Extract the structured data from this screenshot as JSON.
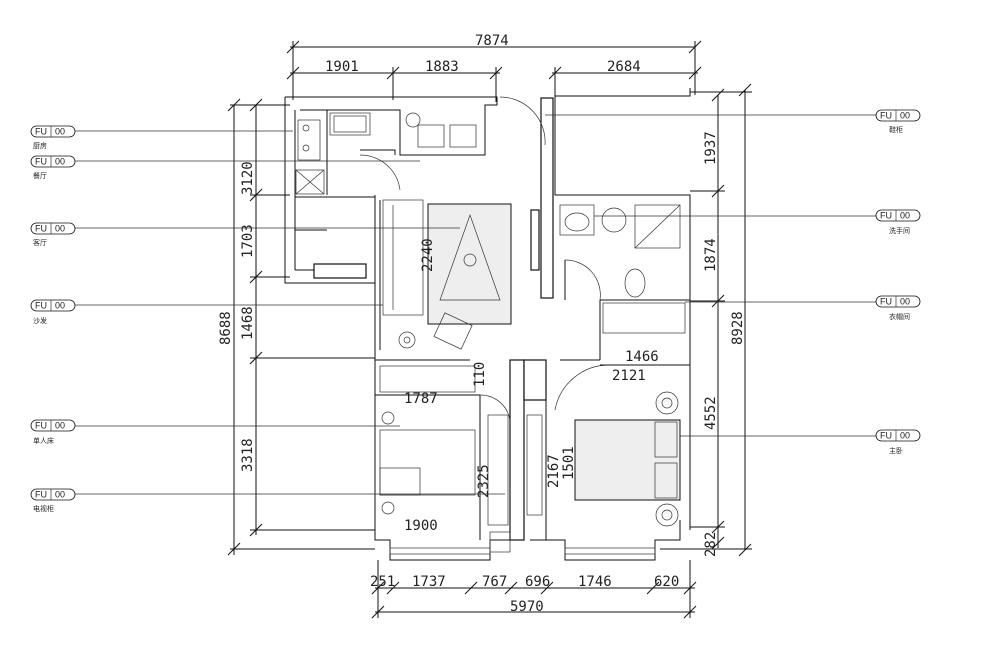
{
  "dimensions": {
    "top_total": "7874",
    "top_left": "1901",
    "top_mid": "1883",
    "top_right": "2684",
    "bottom_total": "5970",
    "bottom_segments": [
      "251",
      "1737",
      "767",
      "696",
      "1746",
      "620"
    ],
    "left_total": "8688",
    "left_segments": [
      "3120",
      "1703",
      "1468",
      "3318"
    ],
    "right_total": "8928",
    "right_segments": [
      "1937",
      "1874",
      "4552",
      "282"
    ],
    "inner_1466": "1466",
    "inner_2121": "2121",
    "inner_1787": "1787",
    "inner_2240": "2240",
    "inner_110": "110",
    "inner_1900": "1900",
    "inner_2325": "2325",
    "inner_2167": "2167",
    "inner_1501": "1501"
  },
  "tags": {
    "code": "FU",
    "number": "00"
  },
  "labels": {
    "left": [
      "厨房",
      "餐厅",
      "客厅",
      "沙发",
      "单人床",
      "电视柜"
    ],
    "right": [
      "鞋柜",
      "洗手间",
      "衣帽间",
      "主卧"
    ]
  }
}
